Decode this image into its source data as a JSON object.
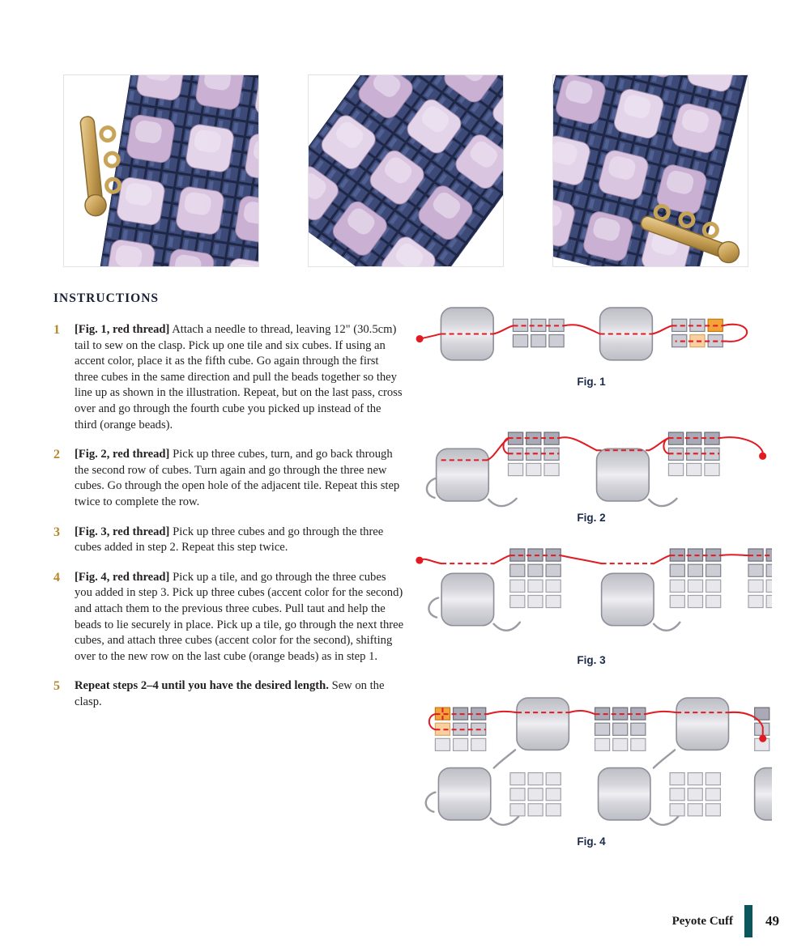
{
  "heading": "INSTRUCTIONS",
  "steps": [
    {
      "number": "1",
      "bold": "[Fig. 1, red thread]",
      "text": "Attach a needle to thread, leaving 12\" (30.5cm) tail to sew on the clasp. Pick up one tile and six cubes. If using an accent color, place it as the fifth cube. Go again through the first three cubes in the same direction and pull the beads together so they line up as shown in the illustration. Repeat, but on the last pass, cross over and go through the fourth cube you picked up instead of the third (orange beads)."
    },
    {
      "number": "2",
      "bold": "[Fig. 2, red thread]",
      "text": "Pick up three cubes, turn, and go back through the second row of cubes. Turn again and go through the three new cubes. Go through the open hole of the adjacent tile. Repeat this step twice to complete the row."
    },
    {
      "number": "3",
      "bold": "[Fig. 3, red thread]",
      "text": "Pick up three cubes and go through the three cubes added in step 2. Repeat this step twice."
    },
    {
      "number": "4",
      "bold": "[Fig. 4, red thread]",
      "text": "Pick up a tile, and go through the three cubes you added in step 3. Pick up three cubes (accent color for the second) and attach them to the previous three cubes. Pull taut and help the beads to lie securely in place. Pick up a tile, go through the next three cubes, and attach three cubes (accent color for the second), shifting over to the new row on the last cube (orange beads) as in step 1."
    },
    {
      "number": "5",
      "bold": "Repeat steps 2–4 until you have the desired length.",
      "text": "Sew on the clasp."
    }
  ],
  "figures": [
    {
      "caption": "Fig. 1"
    },
    {
      "caption": "Fig. 2"
    },
    {
      "caption": "Fig. 3"
    },
    {
      "caption": "Fig. 4"
    }
  ],
  "footer": {
    "section": "Peyote Cuff",
    "page": "49"
  },
  "colors": {
    "step_number_gold": "#b5872c",
    "thread_red": "#e01b22",
    "accent_orange": "#f4a33c",
    "pale_orange": "#f9cfa0",
    "bead_gray": "#cdced5",
    "teal_bar": "#0b565c",
    "heading_navy": "#1a2035"
  }
}
